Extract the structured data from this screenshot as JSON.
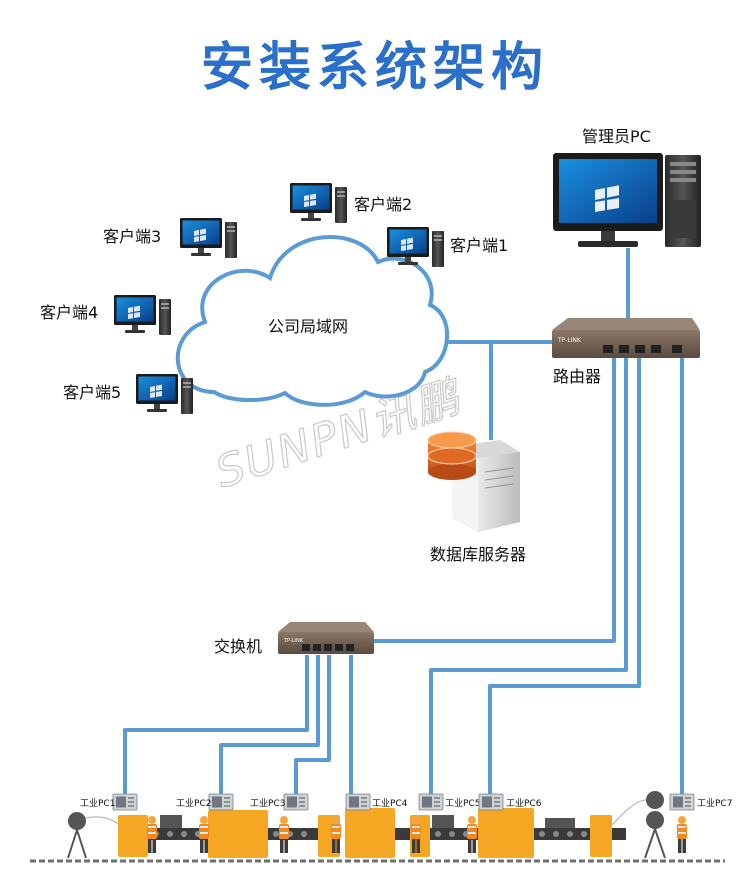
{
  "title": "安装系统架构",
  "watermark": "SUNPN讯鹏",
  "nodes": {
    "admin_pc": "管理员PC",
    "router": "路由器",
    "switch": "交换机",
    "db_server": "数据库服务器",
    "lan": "公司局域网",
    "clients": [
      "客户端1",
      "客户端2",
      "客户端3",
      "客户端4",
      "客户端5"
    ],
    "industrial_pcs": [
      "工业PC1",
      "工业PC2",
      "工业PC3",
      "工业PC4",
      "工业PC5",
      "工业PC6",
      "工业PC7"
    ]
  },
  "device_text": {
    "router_brand": "TP-LINK",
    "switch_brand": "TP-LINK"
  },
  "colors": {
    "title": "#2a6fc9",
    "wire": "#5b9bd5",
    "machine": "#f5a623",
    "device": "#6b5a4e"
  }
}
